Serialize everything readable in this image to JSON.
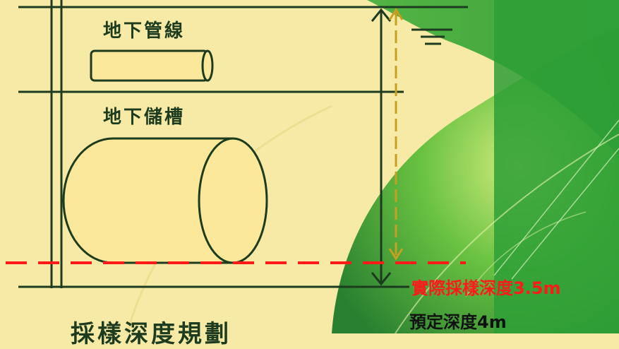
{
  "labels": {
    "pipe": "地下管線",
    "tank": "地下儲槽",
    "actual_depth": "實際採樣深度3.5m",
    "planned_depth": "預定深度4m",
    "title": "採樣深度規劃"
  },
  "colors": {
    "background": "#f7eaa6",
    "line": "#1c3b1f",
    "object_fill": "#fbe89a",
    "actual_depth": "#ff1a1a",
    "dashed_arrow": "#c8a020",
    "leaf_green": "#2e9a32"
  }
}
